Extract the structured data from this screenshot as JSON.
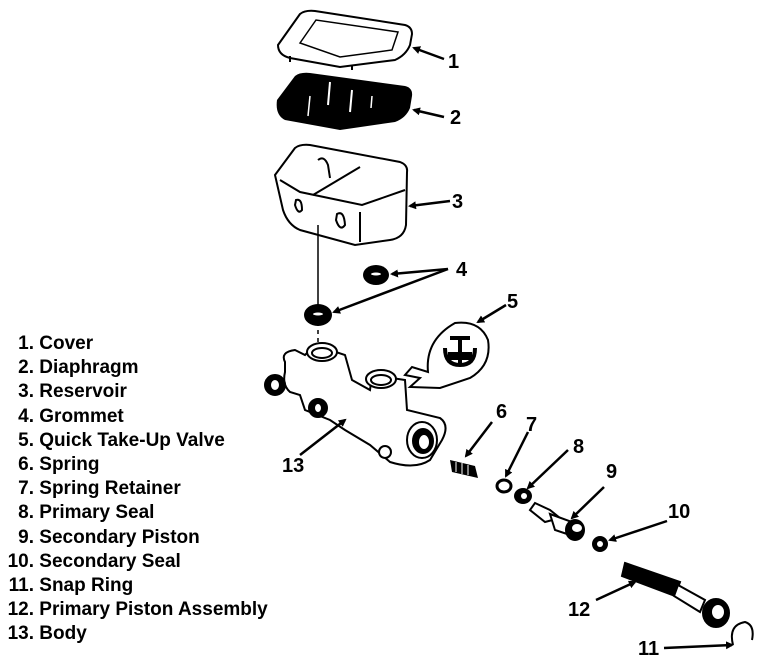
{
  "title": "Master Cylinder Exploded View",
  "legend": [
    {
      "num": "1.",
      "label": "Cover"
    },
    {
      "num": "2.",
      "label": "Diaphragm"
    },
    {
      "num": "3.",
      "label": "Reservoir"
    },
    {
      "num": "4.",
      "label": "Grommet"
    },
    {
      "num": "5.",
      "label": "Quick Take-Up Valve"
    },
    {
      "num": "6.",
      "label": "Spring"
    },
    {
      "num": "7.",
      "label": "Spring Retainer"
    },
    {
      "num": "8.",
      "label": "Primary Seal"
    },
    {
      "num": "9.",
      "label": "Secondary Piston"
    },
    {
      "num": "10.",
      "label": "Secondary Seal"
    },
    {
      "num": "11.",
      "label": "Snap Ring"
    },
    {
      "num": "12.",
      "label": "Primary Piston Assembly"
    },
    {
      "num": "13.",
      "label": "Body"
    }
  ],
  "callouts": {
    "c1": "1",
    "c2": "2",
    "c3": "3",
    "c4": "4",
    "c5": "5",
    "c6": "6",
    "c7": "7",
    "c8": "8",
    "c9": "9",
    "c10": "10",
    "c11": "11",
    "c12": "12",
    "c13": "13"
  }
}
